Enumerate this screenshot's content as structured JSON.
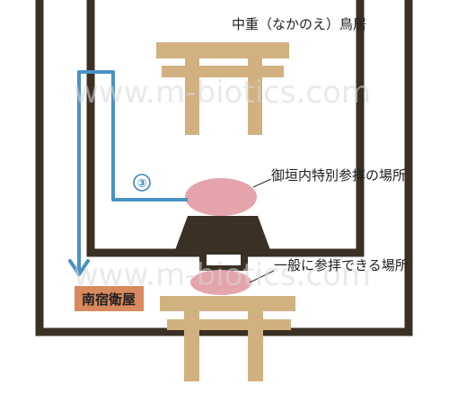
{
  "labels": {
    "middle_torii": "中重（なかのえ）鳥居",
    "special_worship_area": "御垣内特別参拝の場所",
    "general_worship_area": "一般に参拝できる場所",
    "guard_station": "南宿衛屋",
    "step_number": "③"
  },
  "watermark": "www.m-biotics.com",
  "colors": {
    "fence": "#3b3024",
    "torii": "#d1b17f",
    "route_arrow": "#4a92c4",
    "special_area": "#e5a4ac",
    "general_area": "#e5a4ac",
    "shrine_roof": "#3b3024",
    "guard_station_box": "#d8895d"
  }
}
